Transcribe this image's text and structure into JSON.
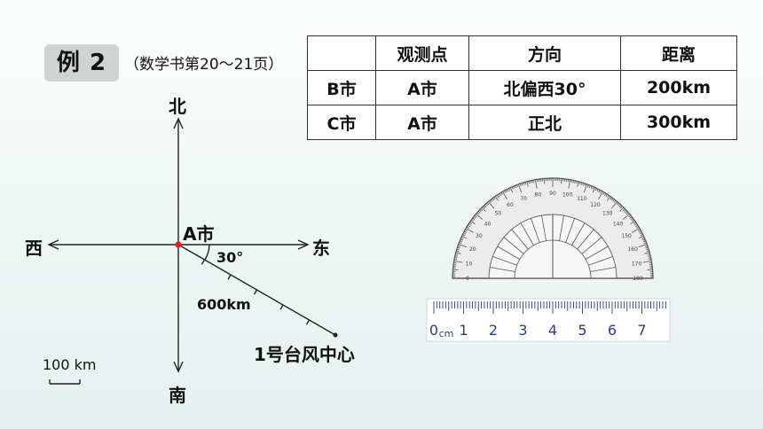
{
  "example": {
    "badge": "例 2",
    "reference": "（数学书第20～21页）"
  },
  "table": {
    "headers": [
      "",
      "观测点",
      "方向",
      "距离"
    ],
    "rows": [
      [
        "B市",
        "A市",
        "北偏西30°",
        "200km"
      ],
      [
        "C市",
        "A市",
        "正北",
        "300km"
      ]
    ]
  },
  "diagram": {
    "north": "北",
    "south": "南",
    "east": "东",
    "west": "西",
    "origin": "A市",
    "angle": "30°",
    "distance": "600km",
    "typhoon": "1号台风中心",
    "scale": "100  km",
    "origin_color": "#e0201b"
  },
  "ruler": {
    "unit": "cm",
    "numbers": [
      "0",
      "1",
      "2",
      "3",
      "4",
      "5",
      "6",
      "7"
    ]
  },
  "protractor": {
    "labels": [
      "0",
      "10",
      "20",
      "30",
      "40",
      "50",
      "60",
      "70",
      "80",
      "90",
      "100",
      "110",
      "120",
      "130",
      "140",
      "150",
      "160",
      "170",
      "180"
    ]
  }
}
